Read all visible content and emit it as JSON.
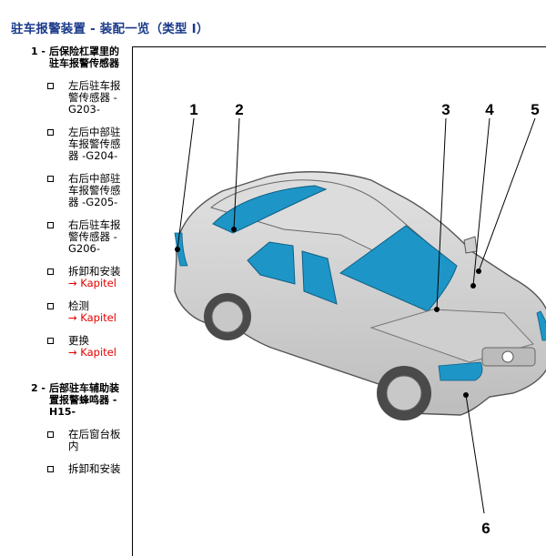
{
  "title": "驻车报警装置 - 装配一览（类型 Ⅰ）",
  "items": [
    {
      "num": "1 -",
      "label": "后保险杠罩里的驻车报警传感器",
      "subs": [
        {
          "text": "左后驻车报警传感器 -G203-",
          "link": ""
        },
        {
          "text": "左后中部驻车报警传感器 -G204-",
          "link": ""
        },
        {
          "text": "右后中部驻车报警传感器 -G205-",
          "link": ""
        },
        {
          "text": "右后驻车报警传感器 -G206-",
          "link": ""
        },
        {
          "text": "拆卸和安装",
          "link": "→ Kapitel"
        },
        {
          "text": "检测",
          "link": "→ Kapitel"
        },
        {
          "text": "更换",
          "link": "→ Kapitel"
        }
      ]
    },
    {
      "num": "2 -",
      "label": "后部驻车辅助装置报警蜂鸣器 -H15-",
      "subs": [
        {
          "text": "在后窗台板内",
          "link": ""
        },
        {
          "text": "拆卸和安装",
          "link": ""
        }
      ]
    }
  ],
  "callouts": [
    "1",
    "2",
    "3",
    "4",
    "5",
    "6"
  ],
  "colors": {
    "title": "#1a3a8a",
    "link": "#e60000",
    "highlight": "#1e95c7",
    "car_body": "#d3d3d3",
    "car_outline": "#555555"
  }
}
